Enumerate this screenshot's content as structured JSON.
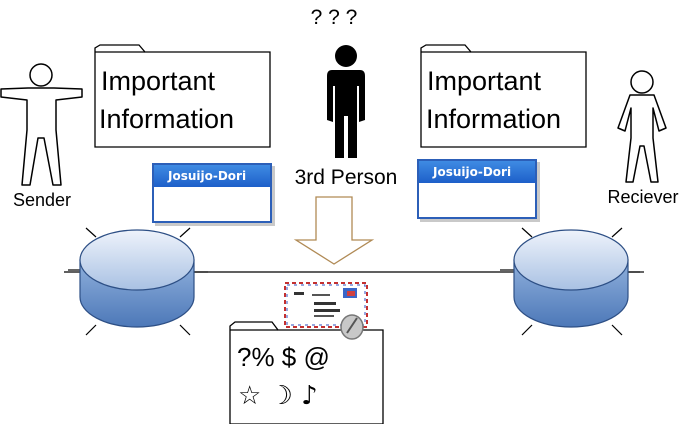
{
  "labels": {
    "unknown": "? ? ?",
    "sender": "Sender",
    "receiver": "Reciever",
    "third_person": "3rd Person"
  },
  "folders": {
    "left_line1": "Important",
    "left_line2": "Information",
    "right_line1": "Important",
    "right_line2": "Information"
  },
  "windows": {
    "left_title": "Josuijo-Dori",
    "right_title": "Josuijo-Dori"
  },
  "bottom_folder": {
    "symbols_line1": "?% $ @",
    "symbols_line2": "☆ ☽ ♪"
  },
  "colors": {
    "window_blue": "#2c5fb8",
    "router_top": "#d6e2f3",
    "router_side": "#6f95c9"
  }
}
